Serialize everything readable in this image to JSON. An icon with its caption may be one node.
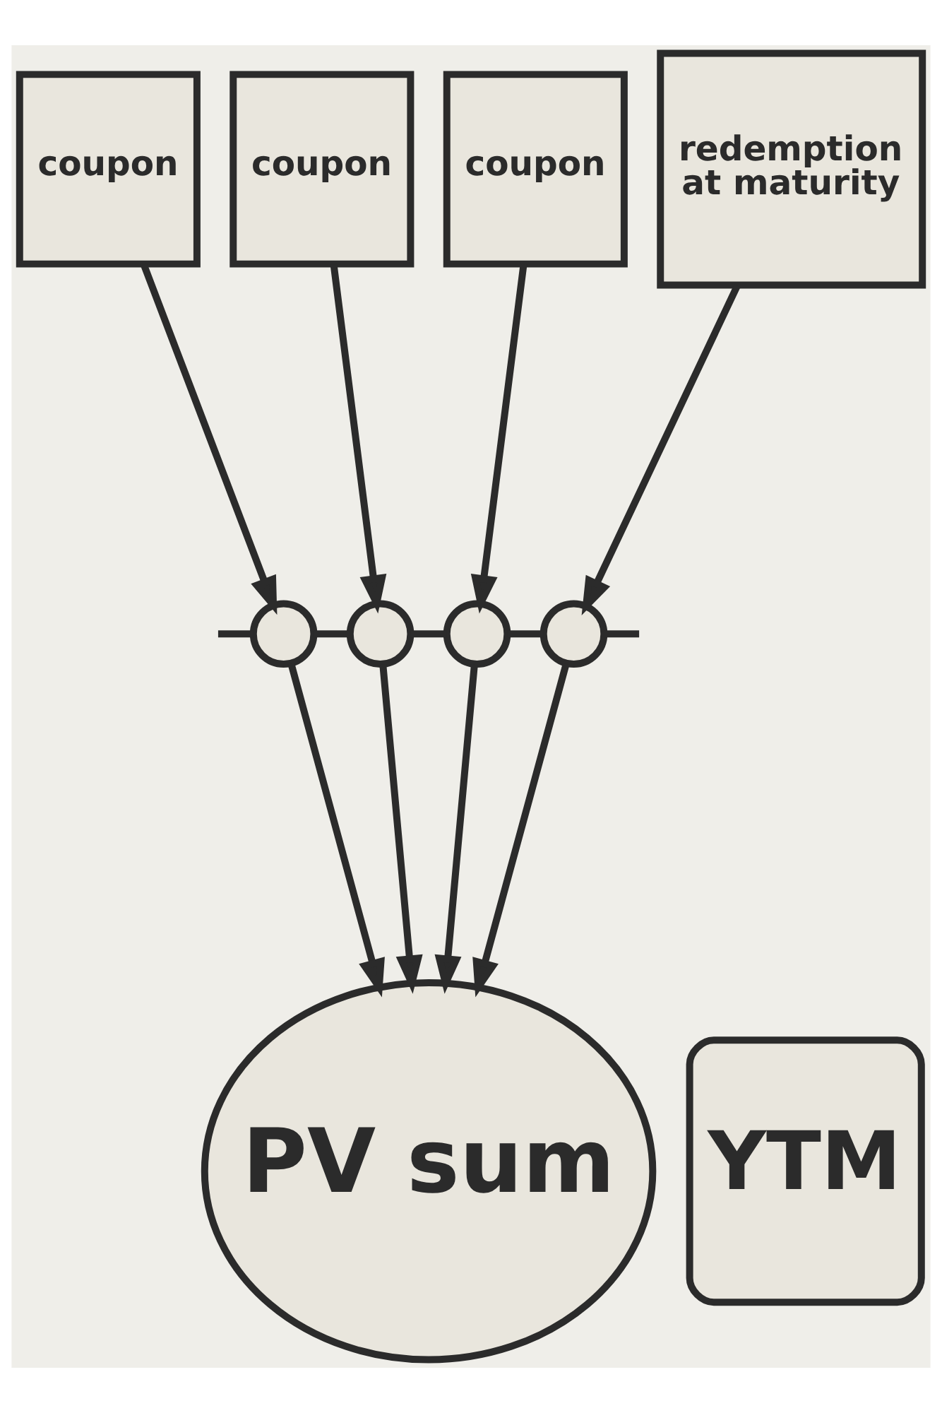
{
  "diagram": {
    "nodes": [
      {
        "text": [
          "coupon"
        ]
      },
      {
        "text": [
          "coupon"
        ]
      },
      {
        "text": [
          "coupon"
        ]
      },
      {
        "text": [
          "redemption at maturity"
        ]
      },
      {
        "text": [],
        "shape": "circle"
      },
      {
        "text": [],
        "shape": "circle"
      },
      {
        "text": [],
        "shape": "circle"
      },
      {
        "text": [],
        "shape": "circle"
      },
      {
        "text": [
          "YTM"
        ]
      },
      {
        "text": [
          "PV sum"
        ]
      }
    ],
    "edges": [
      {
        "from": 0,
        "to": 4,
        "arrow": "to"
      },
      {
        "from": 1,
        "to": 5,
        "arrow": "to"
      },
      {
        "from": 2,
        "to": 6,
        "arrow": "to"
      },
      {
        "from": 3,
        "to": 7,
        "arrow": "to"
      },
      {
        "from": null,
        "to": 4,
        "arrow": "none"
      },
      {
        "from": 4,
        "to": 5,
        "arrow": "none"
      },
      {
        "from": 5,
        "to": 6,
        "arrow": "none"
      },
      {
        "from": 6,
        "to": 7,
        "arrow": "none"
      },
      {
        "from": 7,
        "to": null,
        "arrow": "none"
      },
      {
        "from": 4,
        "to": 9,
        "arrow": "to"
      },
      {
        "from": 5,
        "to": 9,
        "arrow": "to"
      },
      {
        "from": 6,
        "to": 9,
        "arrow": "to"
      },
      {
        "from": 7,
        "to": 9,
        "arrow": "to"
      }
    ]
  }
}
